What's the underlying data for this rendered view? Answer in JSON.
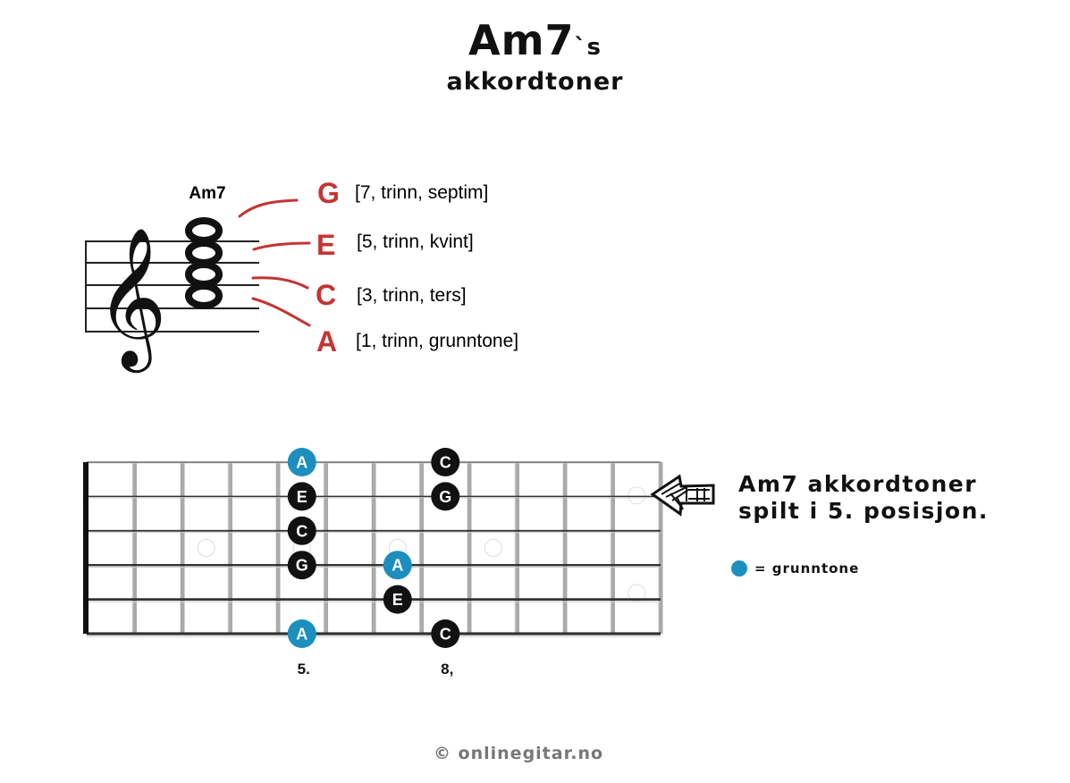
{
  "title": {
    "main": "Am7",
    "suffix": "`s",
    "sub": "akkordtoner"
  },
  "staff": {
    "chord_label": "Am7",
    "notes": [
      {
        "letter": "G",
        "desc": "[7, trinn, septim]"
      },
      {
        "letter": "E",
        "desc": "[5, trinn, kvint]"
      },
      {
        "letter": "C",
        "desc": "[3, trinn, ters]"
      },
      {
        "letter": "A",
        "desc": "[1, trinn, grunntone]"
      }
    ]
  },
  "fretboard": {
    "frets": 12,
    "inlay_frets": [
      3,
      5,
      7,
      9
    ],
    "double_inlay_fret": 12,
    "position_labels": [
      "5.",
      "8,"
    ],
    "notes": [
      {
        "string": 1,
        "fret": 5,
        "label": "A",
        "root": true
      },
      {
        "string": 1,
        "fret": 8,
        "label": "C",
        "root": false
      },
      {
        "string": 2,
        "fret": 5,
        "label": "E",
        "root": false
      },
      {
        "string": 2,
        "fret": 8,
        "label": "G",
        "root": false
      },
      {
        "string": 3,
        "fret": 5,
        "label": "C",
        "root": false
      },
      {
        "string": 4,
        "fret": 5,
        "label": "G",
        "root": false
      },
      {
        "string": 4,
        "fret": 7,
        "label": "A",
        "root": true
      },
      {
        "string": 5,
        "fret": 7,
        "label": "E",
        "root": false
      },
      {
        "string": 6,
        "fret": 5,
        "label": "A",
        "root": true
      },
      {
        "string": 6,
        "fret": 8,
        "label": "C",
        "root": false
      }
    ]
  },
  "annotation": {
    "line1": "Am7 akkordtoner",
    "line2": "spilt i 5. posisjon."
  },
  "legend": {
    "text": "= grunntone"
  },
  "footer": {
    "text": "© onlinegitar.no"
  },
  "colors": {
    "root": "#1d8fbf",
    "note": "#111111",
    "accent": "#c43434"
  }
}
